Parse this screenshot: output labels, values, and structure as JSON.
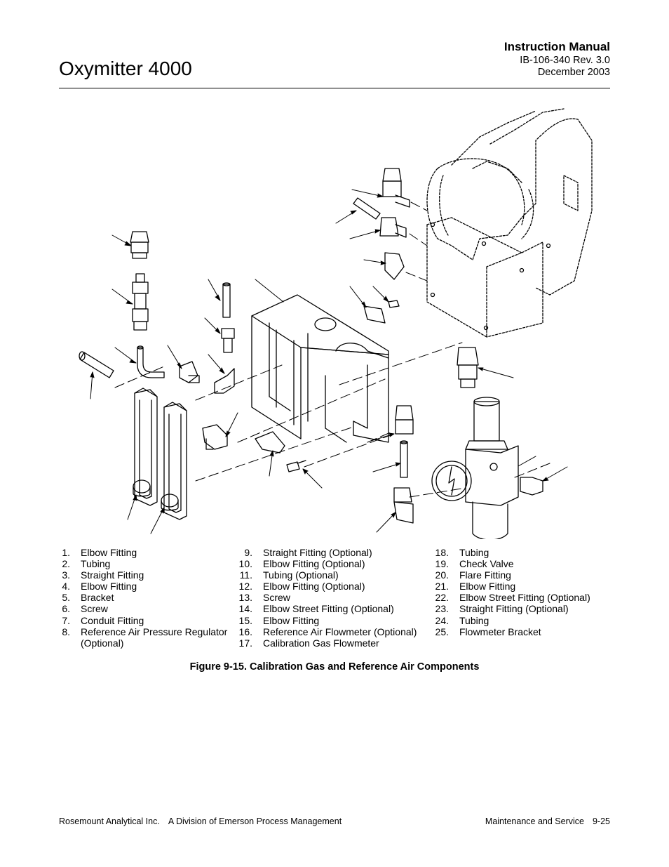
{
  "header": {
    "doc_title": "Oxymitter 4000",
    "manual_label": "Instruction Manual",
    "doc_number": "IB-106-340  Rev. 3.0",
    "date": "December 2003"
  },
  "parts_col1": [
    {
      "num": "1.",
      "label": "Elbow Fitting"
    },
    {
      "num": "2.",
      "label": "Tubing"
    },
    {
      "num": "3.",
      "label": "Straight Fitting"
    },
    {
      "num": "4.",
      "label": "Elbow Fitting"
    },
    {
      "num": "5.",
      "label": "Bracket"
    },
    {
      "num": "6.",
      "label": "Screw"
    },
    {
      "num": "7.",
      "label": "Conduit Fitting"
    },
    {
      "num": "8.",
      "label": "Reference Air Pressure Regulator (Optional)"
    }
  ],
  "parts_col2": [
    {
      "num": "9.",
      "label": "Straight Fitting (Optional)"
    },
    {
      "num": "10.",
      "label": "Elbow Fitting (Optional)"
    },
    {
      "num": "11.",
      "label": "Tubing (Optional)"
    },
    {
      "num": "12.",
      "label": "Elbow Fitting (Optional)"
    },
    {
      "num": "13.",
      "label": "Screw"
    },
    {
      "num": "14.",
      "label": "Elbow Street Fitting (Optional)"
    },
    {
      "num": "15.",
      "label": "Elbow Fitting"
    },
    {
      "num": "16.",
      "label": "Reference Air Flowmeter (Optional)"
    },
    {
      "num": "17.",
      "label": "Calibration Gas Flowmeter"
    }
  ],
  "parts_col3": [
    {
      "num": "18.",
      "label": "Tubing"
    },
    {
      "num": "19.",
      "label": "Check Valve"
    },
    {
      "num": "20.",
      "label": "Flare Fitting"
    },
    {
      "num": "21.",
      "label": "Elbow Fitting"
    },
    {
      "num": "22.",
      "label": "Elbow Street Fitting (Optional)"
    },
    {
      "num": "23.",
      "label": "Straight Fitting (Optional)"
    },
    {
      "num": "24.",
      "label": "Tubing"
    },
    {
      "num": "25.",
      "label": "Flowmeter Bracket"
    }
  ],
  "caption": "Figure 9-15.  Calibration Gas and Reference Air Components",
  "footer": {
    "company": "Rosemount Analytical Inc.",
    "division": "A Division of Emerson Process Management",
    "section": "Maintenance and Service",
    "page": "9-25"
  }
}
